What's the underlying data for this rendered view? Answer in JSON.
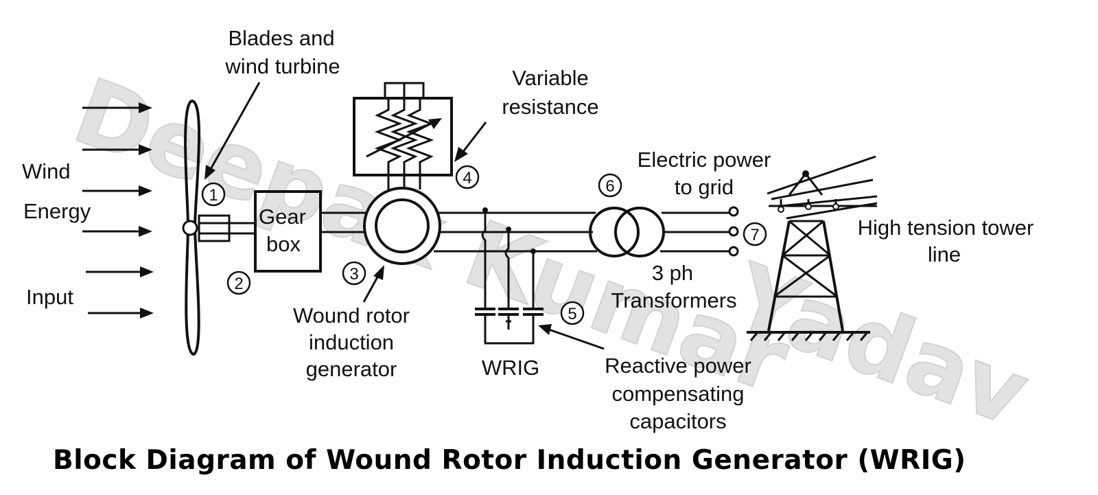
{
  "labels": {
    "blades_and_wind_turbine": [
      "Blades and",
      "wind turbine"
    ],
    "variable_resistance": [
      "Variable",
      "resistance"
    ],
    "wind_energy_input": [
      "Wind",
      "Energy",
      "Input"
    ],
    "gear_box": [
      "Gear",
      "box"
    ],
    "electric_power_to_grid": [
      "Electric power",
      "to grid"
    ],
    "high_tension_tower_line": [
      "High tension tower",
      "line"
    ],
    "three_ph_transformers": [
      "3 ph",
      "Transformers"
    ],
    "wound_rotor_induction_generator": [
      "Wound rotor",
      "induction",
      "generator"
    ],
    "wrig": "WRIG",
    "reactive_power_compensating_capacitors": [
      "Reactive power",
      "compensating",
      "capacitors"
    ]
  },
  "markers": [
    "1",
    "2",
    "3",
    "4",
    "5",
    "6",
    "7"
  ],
  "watermark": [
    "Deepak Kumar",
    "Yadav"
  ],
  "caption": "Block Diagram of Wound Rotor Induction Generator (WRIG)"
}
